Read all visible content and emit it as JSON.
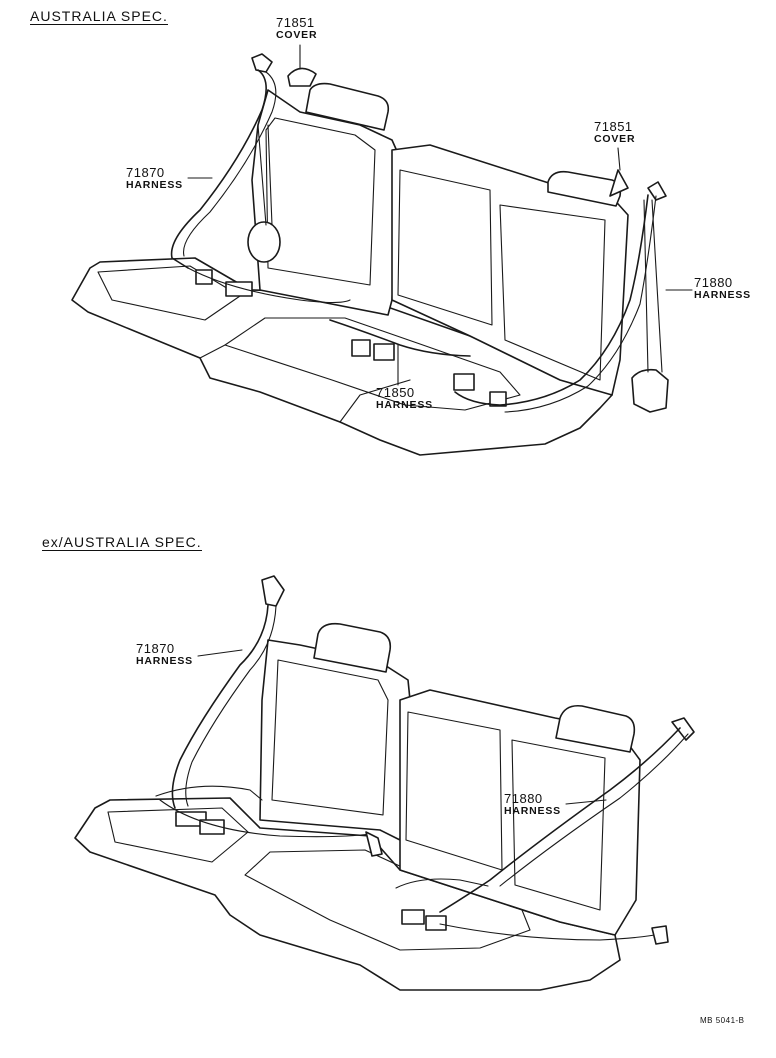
{
  "sections": [
    {
      "title": "AUSTRALIA  SPEC.",
      "callouts": [
        {
          "part_no": "71851",
          "name": "COVER"
        },
        {
          "part_no": "71870",
          "name": "HARNESS"
        },
        {
          "part_no": "71851",
          "name": "COVER"
        },
        {
          "part_no": "71880",
          "name": "HARNESS"
        },
        {
          "part_no": "71850",
          "name": "HARNESS"
        }
      ]
    },
    {
      "title": "ex/AUSTRALIA  SPEC.",
      "callouts": [
        {
          "part_no": "71870",
          "name": "HARNESS"
        },
        {
          "part_no": "71880",
          "name": "HARNESS"
        }
      ]
    }
  ],
  "drawing_code": "MB 5041-B"
}
